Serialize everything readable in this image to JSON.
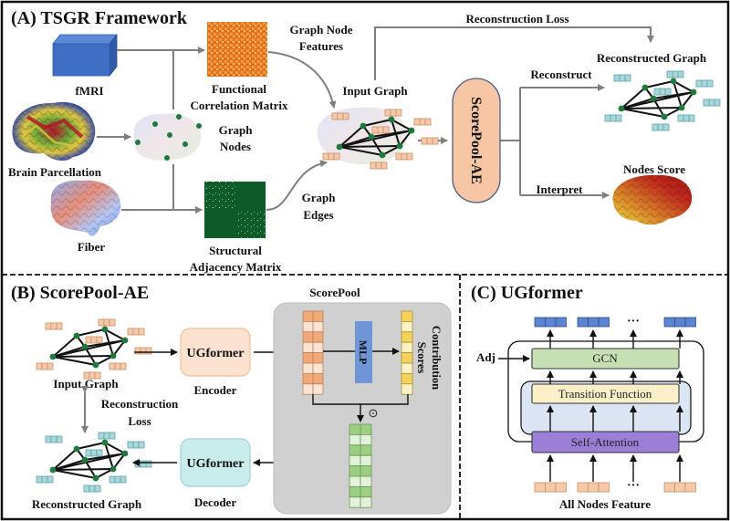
{
  "panels": {
    "a": {
      "title": "(A) TSGR Framework",
      "fmri_label": "fMRI",
      "brain_parcellation_label": "Brain Parcellation",
      "fiber_label": "Fiber",
      "graph_nodes_label": [
        "Graph",
        "Nodes"
      ],
      "functional_matrix_label": [
        "Functional",
        "Correlation Matrix"
      ],
      "structural_matrix_label": [
        "Structural",
        "Adjacency Matrix"
      ],
      "graph_node_features_label": [
        "Graph Node",
        "Features"
      ],
      "graph_edges_label": [
        "Graph",
        "Edges"
      ],
      "input_graph_label": "Input Graph",
      "scorepool_ae_label": "ScorePool-AE",
      "reconstruction_loss_label": "Reconstruction Loss",
      "reconstruct_label": "Reconstruct",
      "reconstructed_graph_label": "Reconstructed Graph",
      "interpret_label": "Interpret",
      "nodes_score_label": "Nodes Score"
    },
    "b": {
      "title": "(B) ScorePool-AE",
      "input_graph_label": "Input Graph",
      "encoder_box_label": "UGformer",
      "encoder_label": "Encoder",
      "decoder_box_label": "UGformer",
      "decoder_label": "Decoder",
      "reconstruction_loss_label": [
        "Reconstruction",
        "Loss"
      ],
      "reconstructed_graph_label": "Reconstructed Graph",
      "scorepool_label": "ScorePool",
      "mlp_label": "MLP",
      "contribution_scores_label": [
        "Contribution",
        "Scores"
      ],
      "hadamard_symbol": "⊙"
    },
    "c": {
      "title": "(C) UGformer",
      "adj_label": "Adj",
      "gcn_label": "GCN",
      "transition_label": "Transition Function",
      "self_attention_label": "Self-Attention",
      "ellipsis": "···",
      "all_nodes_feature_label": "All Nodes Feature"
    }
  },
  "colors": {
    "node_green": "#1e7a3c",
    "feature_orange": "#f6c9a8",
    "feature_teal": "#a7d8dc",
    "scorepool_box": "#f7c6a5",
    "encoder_box": "#fde3cf",
    "decoder_box": "#c9ecec",
    "mlp_blue": "#6f95d6",
    "score_yellow": "#f5d25a",
    "gcn_green": "#c6e0b4",
    "transition_yellow": "#fdf0c8",
    "self_attention_purple": "#9b7fd6",
    "output_blue": "#5b84d1",
    "fmri_blue": "#3f6fc4",
    "arrow_gray": "#7f7f7f"
  }
}
